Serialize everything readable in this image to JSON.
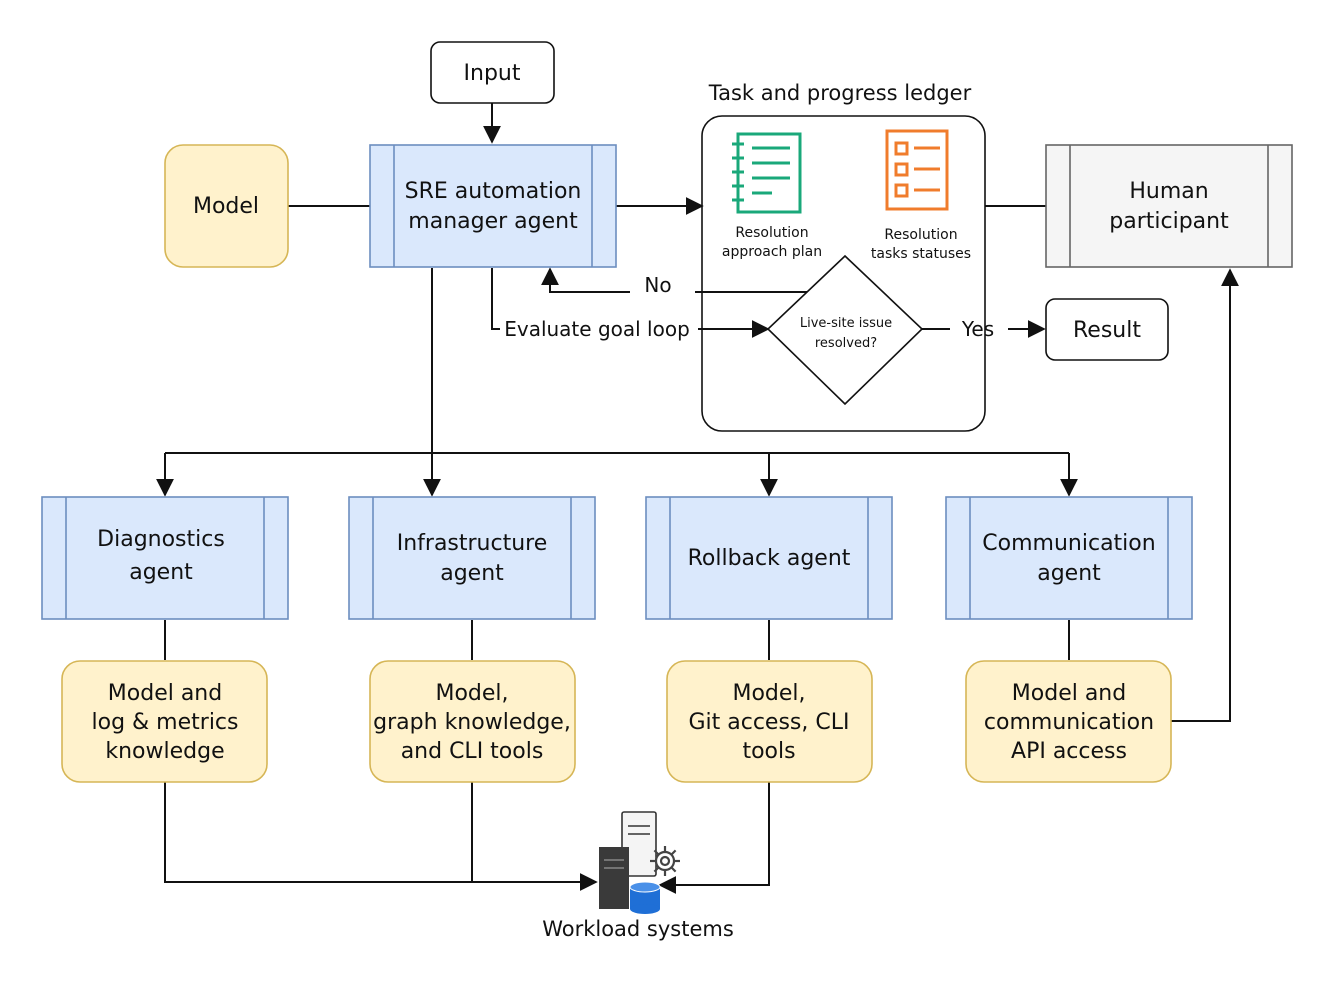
{
  "nodes": {
    "input": "Input",
    "model": "Model",
    "manager": [
      "SRE automation",
      "manager agent"
    ],
    "ledger_title": "Task and progress ledger",
    "plan_label": [
      "Resolution",
      "approach plan"
    ],
    "status_label": [
      "Resolution",
      "tasks statuses"
    ],
    "human": [
      "Human",
      "participant"
    ],
    "decision": [
      "Live-site issue",
      "resolved?"
    ],
    "no": "No",
    "evaluate": "Evaluate goal loop",
    "yes": "Yes",
    "result": "Result",
    "agents": [
      [
        "Diagnostics",
        "agent"
      ],
      [
        "Infrastructure",
        "agent"
      ],
      [
        "Rollback agent"
      ],
      [
        "Communication",
        "agent"
      ]
    ],
    "tools": [
      [
        "Model and",
        "log & metrics",
        "knowledge"
      ],
      [
        "Model,",
        "graph knowledge,",
        "and CLI tools"
      ],
      [
        "Model,",
        "Git access, CLI",
        "tools"
      ],
      [
        "Model and",
        "communication",
        "API access"
      ]
    ],
    "workload": "Workload systems"
  },
  "icons": {
    "plan": "notebook-icon",
    "status": "checklist-icon",
    "workload": "server-database-gear-icon"
  },
  "colors": {
    "blue_fill": "#dae8fc",
    "blue_stroke": "#6c8ebf",
    "yellow_fill": "#fff2cc",
    "yellow_stroke": "#d6b656",
    "gray_fill": "#f5f5f5",
    "gray_stroke": "#666666",
    "green_icon": "#1aa87a",
    "orange_icon": "#f07c2c",
    "db_blue": "#1f6fd6"
  }
}
